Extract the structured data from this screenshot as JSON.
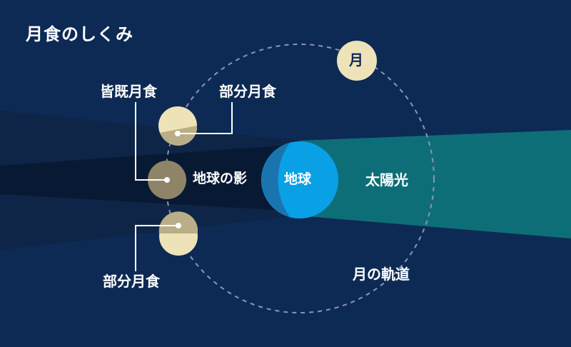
{
  "title": "月食のしくみ",
  "labels": {
    "total_eclipse": "皆既月食",
    "partial_eclipse_top": "部分月食",
    "earth_shadow": "地球の影",
    "earth": "地球",
    "sunlight": "太陽光",
    "partial_eclipse_bottom": "部分月食",
    "moon_orbit": "月の軌道",
    "moon": "月"
  },
  "colors": {
    "background": "#0d2a55",
    "sunlight": "#0e6e78",
    "penumbra": "#0e2547",
    "umbra": "#081a33",
    "earth_day": "#0aa0e6",
    "earth_night": "#1a74ad",
    "moon": "#eee3b8",
    "moon_eclipsed": "#8f8468",
    "orbit": "#8f93b8",
    "leader_lines": "#ffffff"
  }
}
